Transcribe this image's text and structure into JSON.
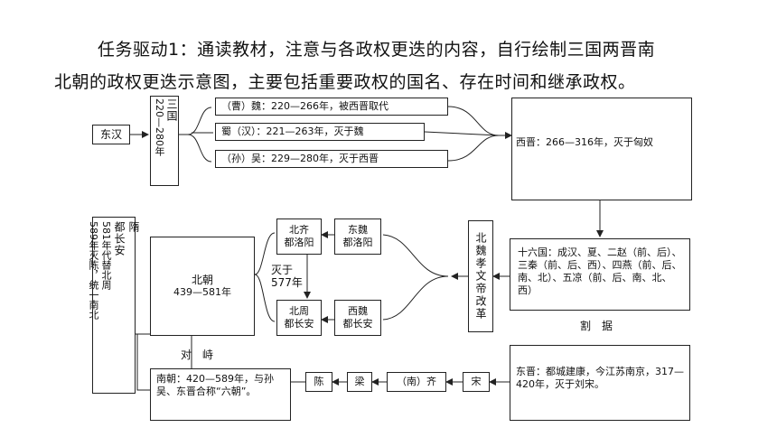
{
  "heading": {
    "line1": "任务驱动1：通读教材，注意与各政权更迭的内容，自行绘制三国两晋南",
    "line2": "北朝的政权更迭示意图，主要包括重要政权的国名、存在时间和继承政权。"
  },
  "diagram": {
    "donghan": "东汉",
    "sanguo_title": "三国",
    "sanguo_years": "220—280年",
    "wei": "（曹）魏：220—266年，被西晋取代",
    "shu": "蜀（汉）：221—263年，灭于魏",
    "wu": "（孙）吴：229—280年，灭于西晋",
    "xijin": "西晋：266—316年，灭于匈奴",
    "shiliuguo": "十六国：成汉、夏、二赵（前、后）、三秦（前、后、西）、四燕（前、后、南、北）、五凉（前、后、南、北、西）",
    "geju": "割　据",
    "dongjin": "东晋：都城建康，今江苏南京，317—420年，灭于刘宋。",
    "song": "宋",
    "qi": "（南）齐",
    "liang": "梁",
    "chen": "陈",
    "nanchao": "南朝：420—589年，与孙吴、东晋合称“六朝”。",
    "duizhi": "对　峙",
    "beichao_title": "北朝",
    "beichao_years": "439—581年",
    "beiwei_reform": "北魏孝文帝改革",
    "dongwei": "东魏\n都洛阳",
    "xiwei": "西魏\n都长安",
    "beiqi": "北齐\n都洛阳",
    "beizhou": "北周\n都长安",
    "miewu_1": "灭于",
    "miewu_2": "577年",
    "sui_title": "隋",
    "sui_cap": "都长安",
    "sui_col2": "581年代替北周",
    "sui_col3": "589年灭陈，统一南北"
  }
}
